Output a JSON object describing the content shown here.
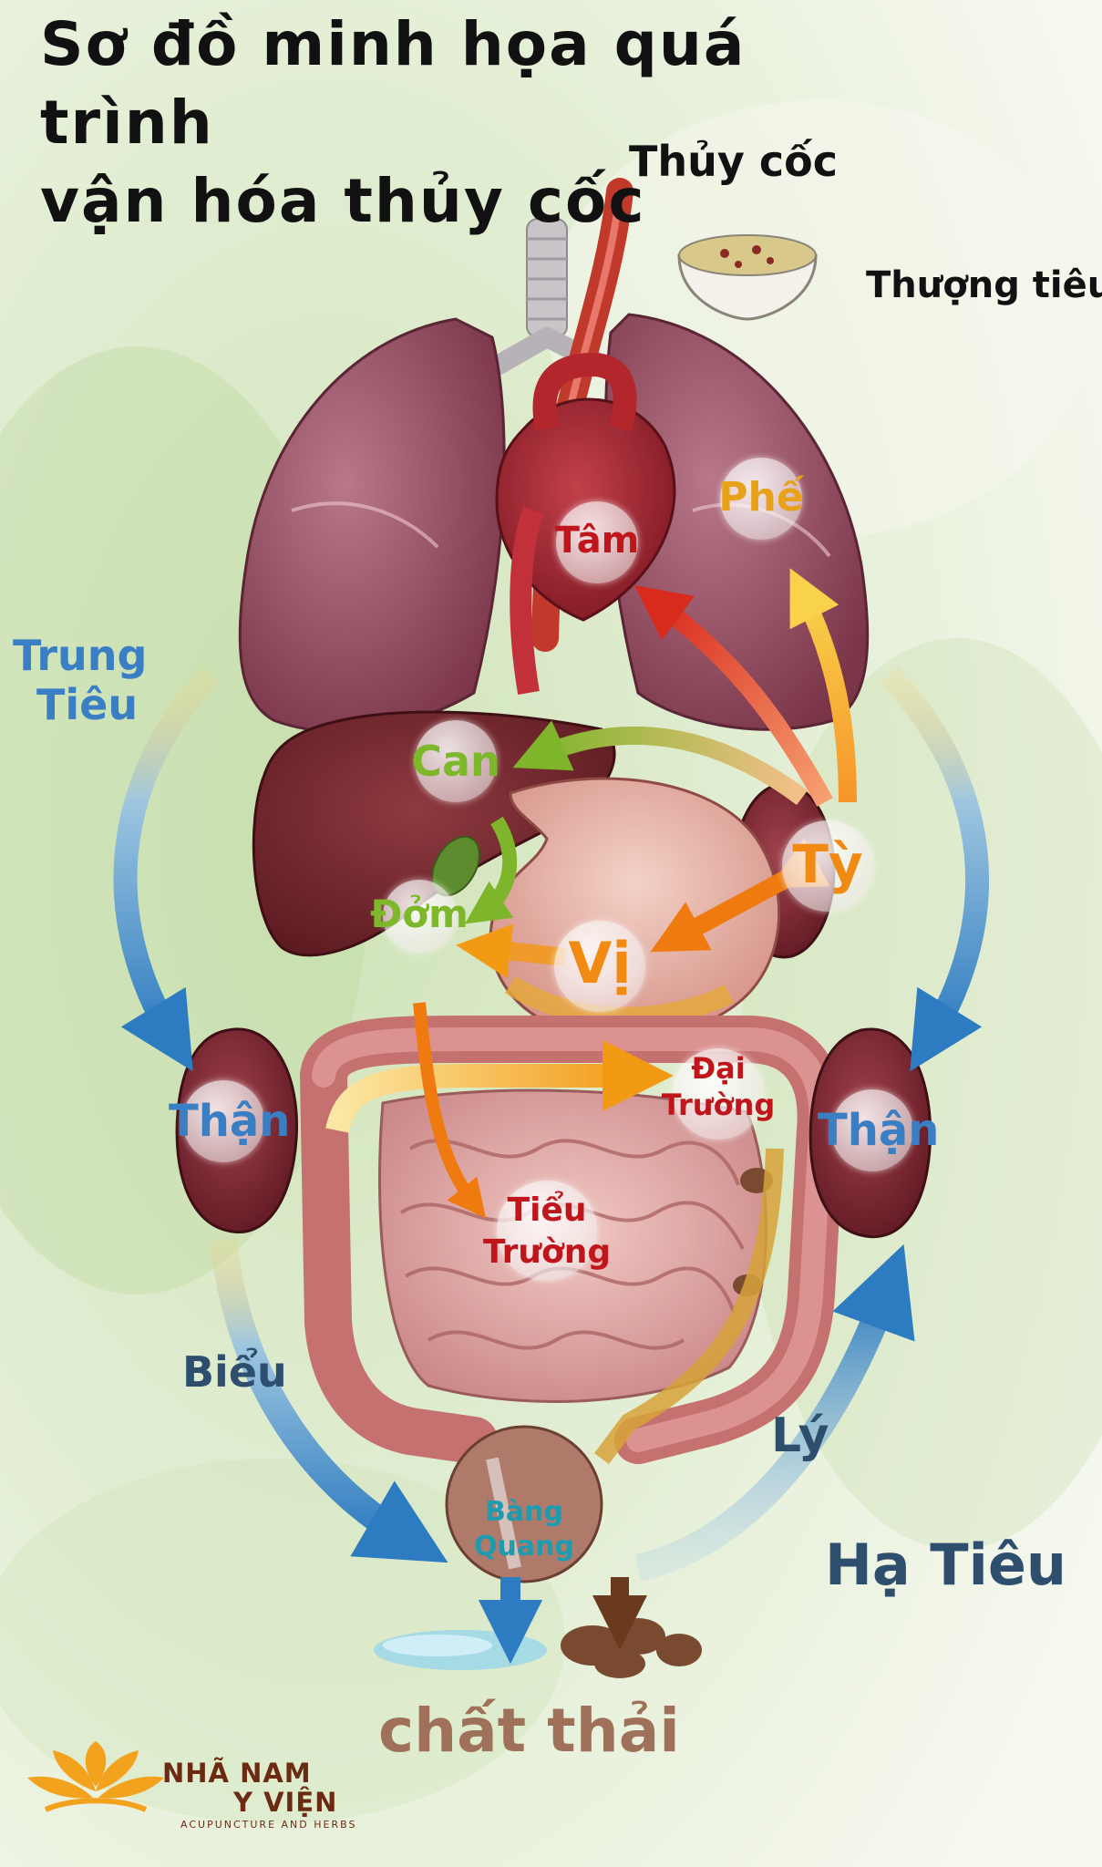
{
  "title": {
    "line1": "Sơ đồ minh họa quá trình",
    "line2": "vận hóa thủy cốc"
  },
  "labels": {
    "thuy_coc": "Thủy cốc",
    "thuong_tieu": "Thượng tiêu",
    "trung_tieu_1": "Trung",
    "trung_tieu_2": "Tiêu",
    "ha_tieu": "Hạ Tiêu",
    "bieu": "Biểu",
    "ly": "Lý",
    "chat_thai": "chất thải"
  },
  "organs": {
    "tam": "Tâm",
    "phe": "Phế",
    "can": "Can",
    "ty": "Tỳ",
    "dom": "Đởm",
    "vi": "Vị",
    "than_left": "Thận",
    "than_right": "Thận",
    "dai_truong_1": "Đại",
    "dai_truong_2": "Trường",
    "tieu_truong_1": "Tiểu",
    "tieu_truong_2": "Trường",
    "bang_quang_1": "Bàng",
    "bang_quang_2": "Quang"
  },
  "brand": {
    "name1": "NHÃ NAM",
    "name2": "Y VIỆN",
    "tagline": "ACUPUNCTURE AND HERBS"
  },
  "colors": {
    "blue_label": "#3a7fc4",
    "red_label": "#c0151b",
    "yellow_label": "#e8a21a",
    "green_label": "#7cb82a",
    "orange_label": "#f08a12",
    "teal_label": "#1f9bb0",
    "brown_label": "#a0715a",
    "dark_blue_label": "#2e4e6e",
    "logo_orange": "#f2a21c"
  }
}
